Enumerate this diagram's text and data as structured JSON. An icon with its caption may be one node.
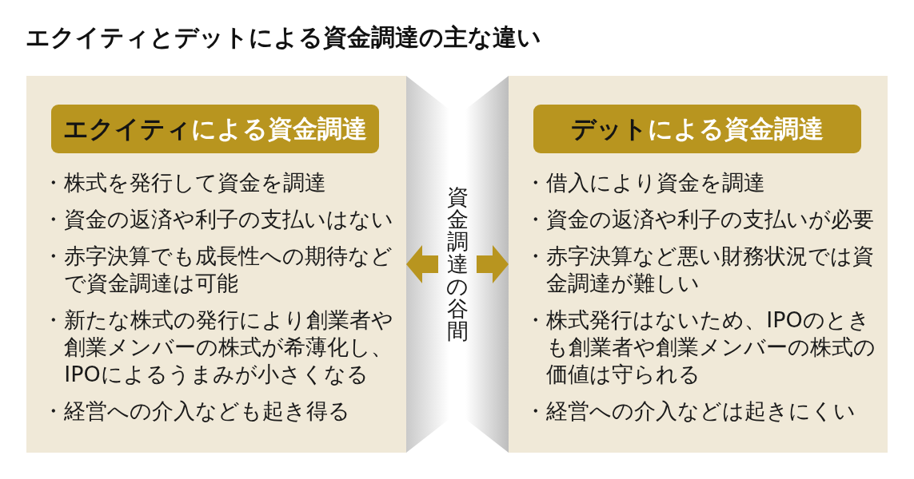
{
  "diagram": {
    "title": "エクイティとデットによる資金調達の主な違い",
    "nodes": [
      {
        "text": [
          "・株式を発行して資金を調達",
          "・資金の返済や利子の支払いはない",
          "・赤字決算でも成長性への期待などで資金調達は可能",
          "・新たな株式の発行により創業者や創業メンバーの株式が希薄化し、IPOによるうまみが小さくなる",
          "・経営への介入なども起き得る"
        ]
      },
      {
        "text": [
          "**エクイティ**による資金調達"
        ],
        "in": 0
      },
      {
        "text": [
          "資金調達の谷間"
        ]
      },
      {
        "text": [
          "・借入により資金を調達",
          "・資金の返済や利子の支払いが必要",
          "・赤字決算など悪い財務状況では資金調達が難しい",
          "・株式発行はないため、IPOのときも創業者や創業メンバーの株式の価値は守られる",
          "・経営への介入などは起きにくい"
        ]
      },
      {
        "text": [
          "**デット**による資金調達"
        ],
        "in": 3
      }
    ],
    "edges": [
      {
        "from": 2,
        "to": 0,
        "arrow": "to"
      },
      {
        "from": 2,
        "to": 3,
        "arrow": "to"
      }
    ]
  }
}
